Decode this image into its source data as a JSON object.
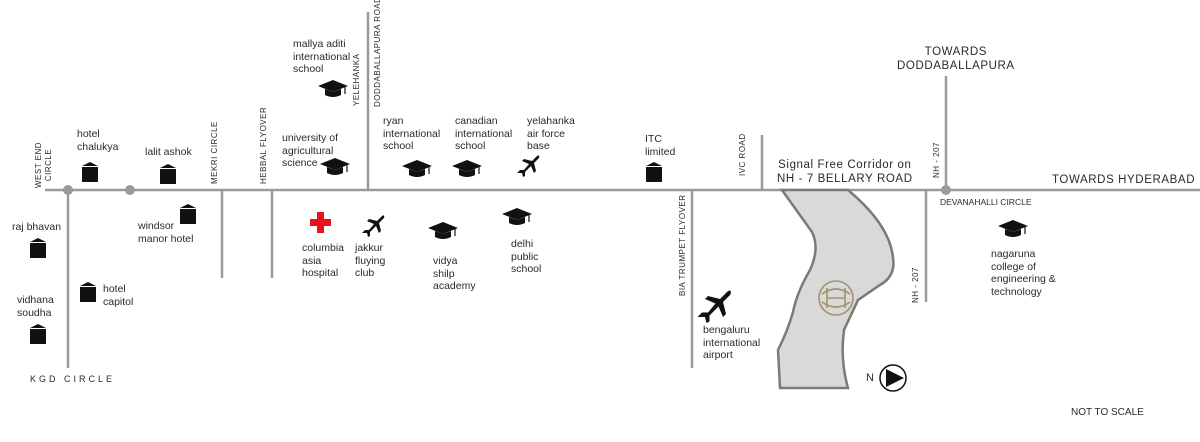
{
  "labels": {
    "mallya": "mallya aditi\ninternational\nschool",
    "hotel_chalukya": "hotel\nchalukya",
    "lalit": "lalit ashok",
    "univ": "university of\nagricultural\nscience",
    "ryan": "ryan\ninternational\nschool",
    "canadian": "canadian\ninternational\nschool",
    "yelahanka_afb": "yelahanka\nair force\nbase",
    "itc": "ITC\nlimited",
    "raj": "raj bhavan",
    "windsor": "windsor\nmanor hotel",
    "columbia": "columbia\nasia\nhospital",
    "jakkur": "jakkur\nfluying\nclub",
    "vidya": "vidya\nshilp\nacademy",
    "dps": "delhi\npublic\nschool",
    "hotel_capitol": "hotel\ncapitol",
    "vidhana": "vidhana\nsoudha",
    "airport": "bengaluru\ninternational\nairport",
    "nagaruna": "nagaruna\ncollege of\nengineering &\ntechnology"
  },
  "roads": {
    "west_end": "WEST END\nCIRCLE",
    "mekri": "MEKRI CIRCLE",
    "hebbal": "HEBBAL FLYOVER",
    "yelehanka": "YELEHANKA",
    "doddaballapura_road": "DODDABALLAPURA ROAD",
    "ivc": "IVC ROAD",
    "bia_trumpet": "BIA TRUMPET FLYOVER",
    "nh207_top": "NH - 207",
    "nh207_bottom": "NH - 207",
    "kgd": "KGD CIRCLE",
    "devanahalli": "DEVANAHALLI CIRCLE"
  },
  "headings": {
    "towards_dodda": "TOWARDS\nDODDABALLAPURA",
    "corridor": "Signal Free Corridor on\nNH - 7 BELLARY ROAD",
    "towards_hyd": "TOWARDS HYDERABAD",
    "not_to_scale": "NOT TO SCALE",
    "north": "N"
  },
  "icons": {
    "school": "graduation-cap-icon",
    "building": "building-icon",
    "plane": "airplane-icon",
    "hospital": "red-cross-icon",
    "logo": "project-logo-icon",
    "compass": "north-arrow-icon"
  },
  "colors": {
    "road": "#9a9a9a",
    "land_fill": "#d9d9d9",
    "land_stroke": "#7a7a7a",
    "cross": "#e8141c",
    "logo": "#a3916a",
    "icon": "#111111"
  }
}
